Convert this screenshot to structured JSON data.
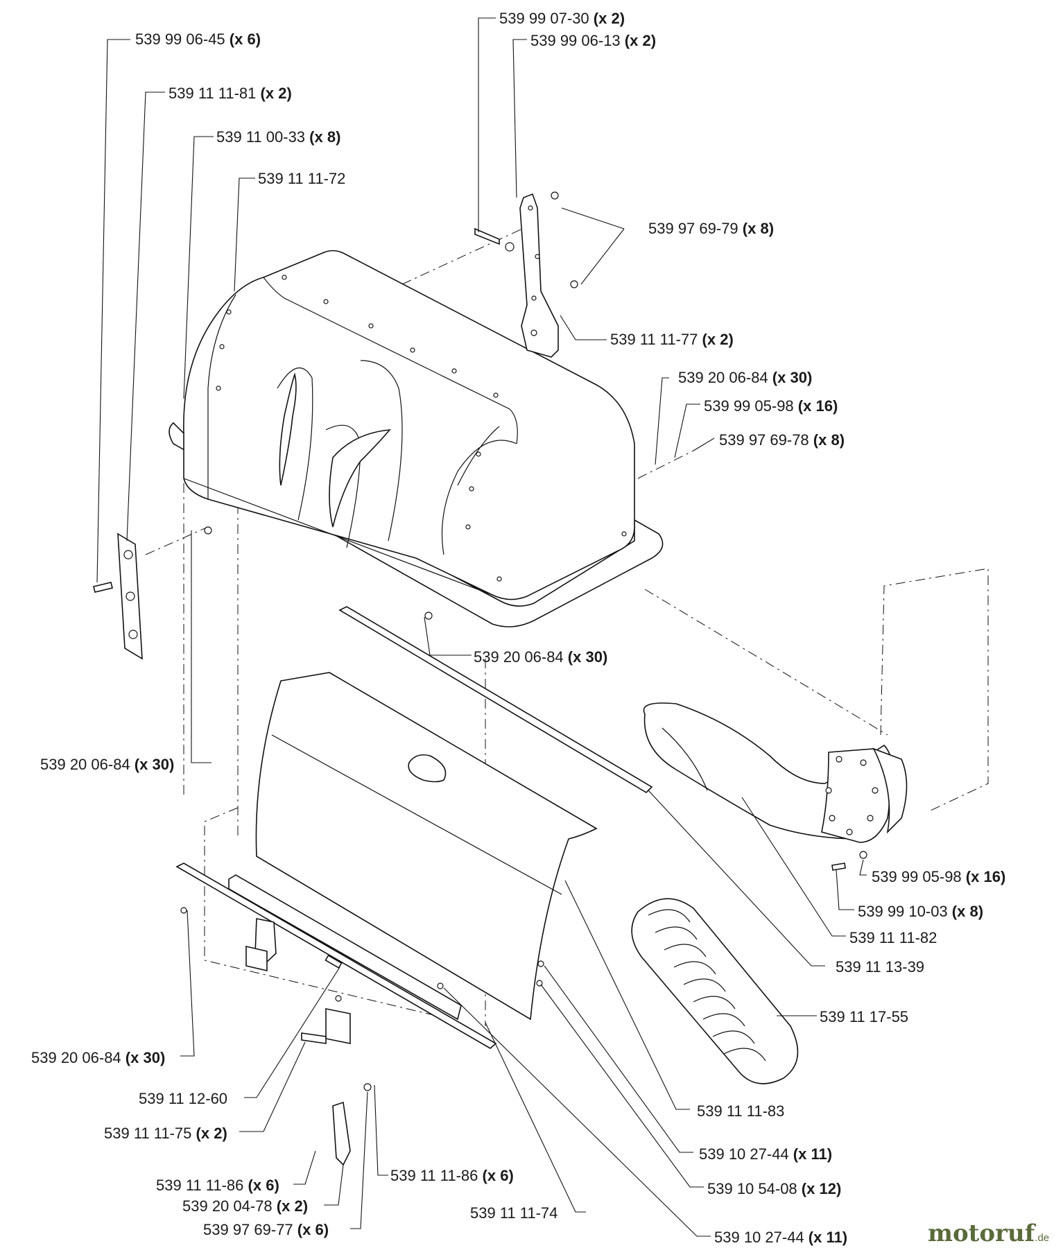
{
  "labels": [
    {
      "id": "l01",
      "code": "539 99 06-45",
      "qty": "(x 6)"
    },
    {
      "id": "l02",
      "code": "539 11 11-81",
      "qty": "(x 2)"
    },
    {
      "id": "l03",
      "code": "539 11 00-33",
      "qty": "(x 8)"
    },
    {
      "id": "l04",
      "code": "539 11 11-72",
      "qty": ""
    },
    {
      "id": "l05",
      "code": "539 99 07-30",
      "qty": "(x 2)"
    },
    {
      "id": "l06",
      "code": "539 99 06-13",
      "qty": "(x 2)"
    },
    {
      "id": "l07",
      "code": "539 97 69-79",
      "qty": "(x 8)"
    },
    {
      "id": "l08",
      "code": "539 11 11-77",
      "qty": "(x 2)"
    },
    {
      "id": "l09",
      "code": "539 20 06-84",
      "qty": "(x 30)"
    },
    {
      "id": "l10",
      "code": "539 99 05-98",
      "qty": "(x 16)"
    },
    {
      "id": "l11",
      "code": "539 97 69-78",
      "qty": "(x 8)"
    },
    {
      "id": "l12",
      "code": "539 20 06-84",
      "qty": "(x 30)"
    },
    {
      "id": "l13",
      "code": "539 20 06-84",
      "qty": "(x 30)"
    },
    {
      "id": "l14",
      "code": "539 99 05-98",
      "qty": "(x 16)"
    },
    {
      "id": "l15",
      "code": "539 99 10-03",
      "qty": "(x 8)"
    },
    {
      "id": "l16",
      "code": "539 11 11-82",
      "qty": ""
    },
    {
      "id": "l17",
      "code": "539 11 13-39",
      "qty": ""
    },
    {
      "id": "l18",
      "code": "539 11 17-55",
      "qty": ""
    },
    {
      "id": "l19",
      "code": "539 20 06-84",
      "qty": "(x 30)"
    },
    {
      "id": "l20",
      "code": "539 11 12-60",
      "qty": ""
    },
    {
      "id": "l21",
      "code": "539 11 11-83",
      "qty": ""
    },
    {
      "id": "l22",
      "code": "539 11 11-75",
      "qty": "(x 2)"
    },
    {
      "id": "l23",
      "code": "539 10 27-44",
      "qty": "(x 11)"
    },
    {
      "id": "l24",
      "code": "539 11 11-86",
      "qty": "(x 6)"
    },
    {
      "id": "l25",
      "code": "539 11 11-86",
      "qty": "(x 6)"
    },
    {
      "id": "l26",
      "code": "539 10 54-08",
      "qty": "(x 12)"
    },
    {
      "id": "l27",
      "code": "539 20 04-78",
      "qty": "(x 2)"
    },
    {
      "id": "l28",
      "code": "539 11 11-74",
      "qty": ""
    },
    {
      "id": "l29",
      "code": "539 97 69-77",
      "qty": "(x 6)"
    },
    {
      "id": "l30",
      "code": "539 10 27-44",
      "qty": "(x 11)"
    }
  ],
  "logo": {
    "main": "motoruf",
    "suffix": ".de"
  }
}
